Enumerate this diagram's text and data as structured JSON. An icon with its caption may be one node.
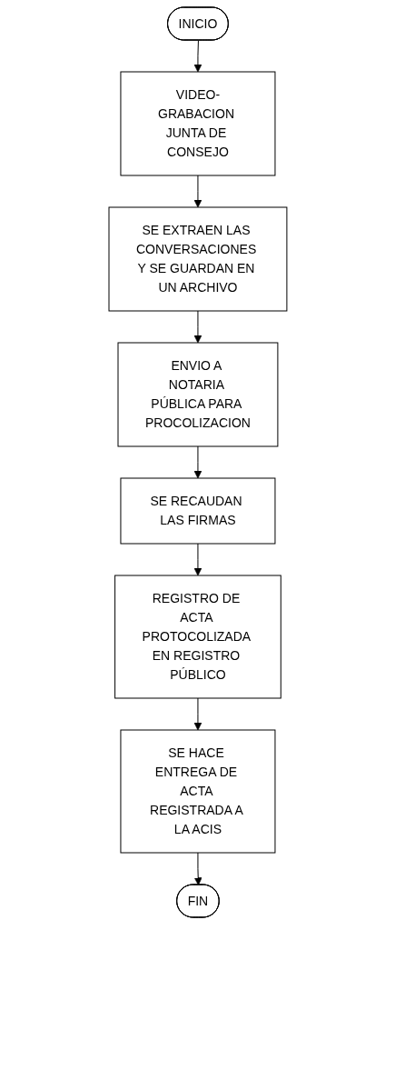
{
  "diagram": {
    "nodes": [
      {
        "text": [
          "INICIO"
        ]
      },
      {
        "text": [
          "VIDEO-GRABACION JUNTA DE CONSEJO"
        ]
      },
      {
        "text": [
          "SE EXTRAEN LAS CONVERSACIONES Y SE GUARDAN EN UN ARCHIVO"
        ]
      },
      {
        "text": [
          "ENVIO A NOTARIA PÚBLICA PARA PROCOLIZACION"
        ]
      },
      {
        "text": [
          "SE RECAUDAN LAS FIRMAS"
        ]
      },
      {
        "text": [
          "REGISTRO DE ACTA PROTOCOLIZADA EN REGISTRO PÚBLICO"
        ]
      },
      {
        "text": [
          "SE HACE ENTREGA DE ACTA REGISTRADA A LA ACIS"
        ]
      },
      {
        "text": [
          "FIN"
        ]
      }
    ],
    "edges": [
      {
        "from": 0,
        "to": 1,
        "arrow": "to"
      },
      {
        "from": 1,
        "to": 2,
        "arrow": "to"
      },
      {
        "from": 2,
        "to": 3,
        "arrow": "to"
      },
      {
        "from": 3,
        "to": 4,
        "arrow": "to"
      },
      {
        "from": 4,
        "to": 5,
        "arrow": "to"
      },
      {
        "from": 5,
        "to": 6,
        "arrow": "to"
      },
      {
        "from": 6,
        "to": 7,
        "arrow": "to"
      }
    ]
  }
}
